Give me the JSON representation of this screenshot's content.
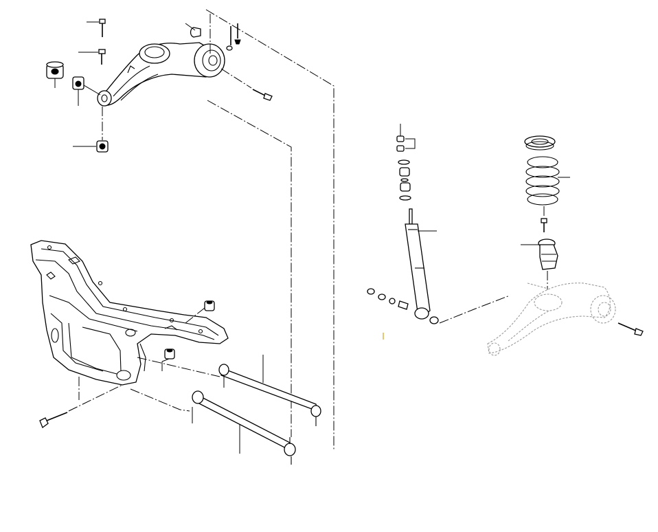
{
  "figure": {
    "kind": "exploded-parts-diagram",
    "text_labels": [],
    "line_color": "#000000",
    "background": "#ffffff",
    "ghost_color": "#9a9a9a"
  },
  "parts": {
    "upper_control_arm": "control-arm",
    "arm_bushing": "bushing",
    "arm_bolts": "bolt",
    "subframe": "rear-subframe",
    "lateral_links": "lateral-link",
    "shock_absorber": "shock-absorber",
    "coil_spring": "coil-spring",
    "bump_stop": "bump-stop"
  }
}
